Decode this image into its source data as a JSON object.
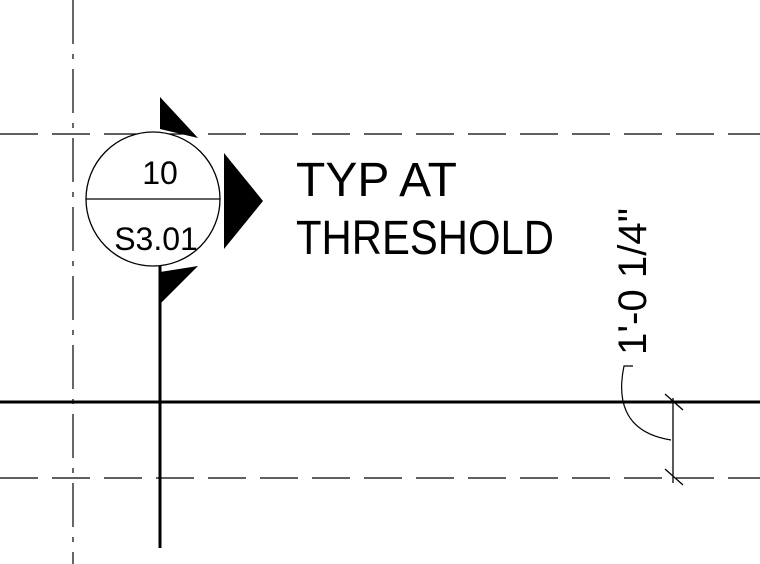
{
  "section_marker": {
    "detail_number": "10",
    "sheet_number": "S3.01"
  },
  "note": {
    "line1": "TYP AT",
    "line2": "THRESHOLD"
  },
  "dimension": {
    "value": "1'-0 1/4\""
  },
  "colors": {
    "linework": "#000000",
    "background": "#ffffff"
  }
}
